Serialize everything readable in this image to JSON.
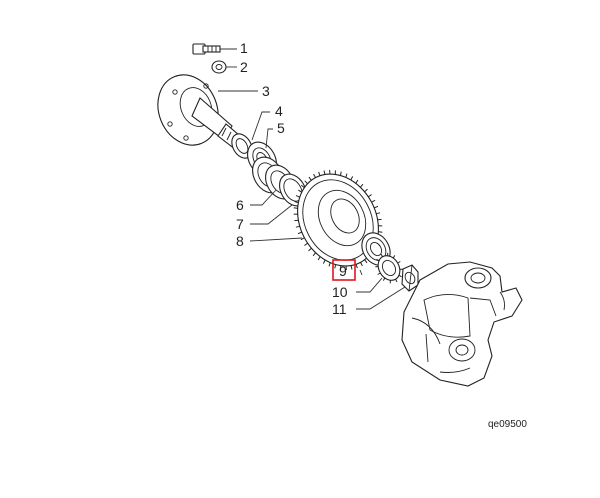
{
  "diagram": {
    "callouts": [
      "1",
      "2",
      "3",
      "4",
      "5",
      "6",
      "7",
      "8",
      "9",
      "10",
      "11"
    ],
    "highlighted_callout": "9",
    "reference_code": "qe09500",
    "highlight_color": "#e0141e"
  }
}
